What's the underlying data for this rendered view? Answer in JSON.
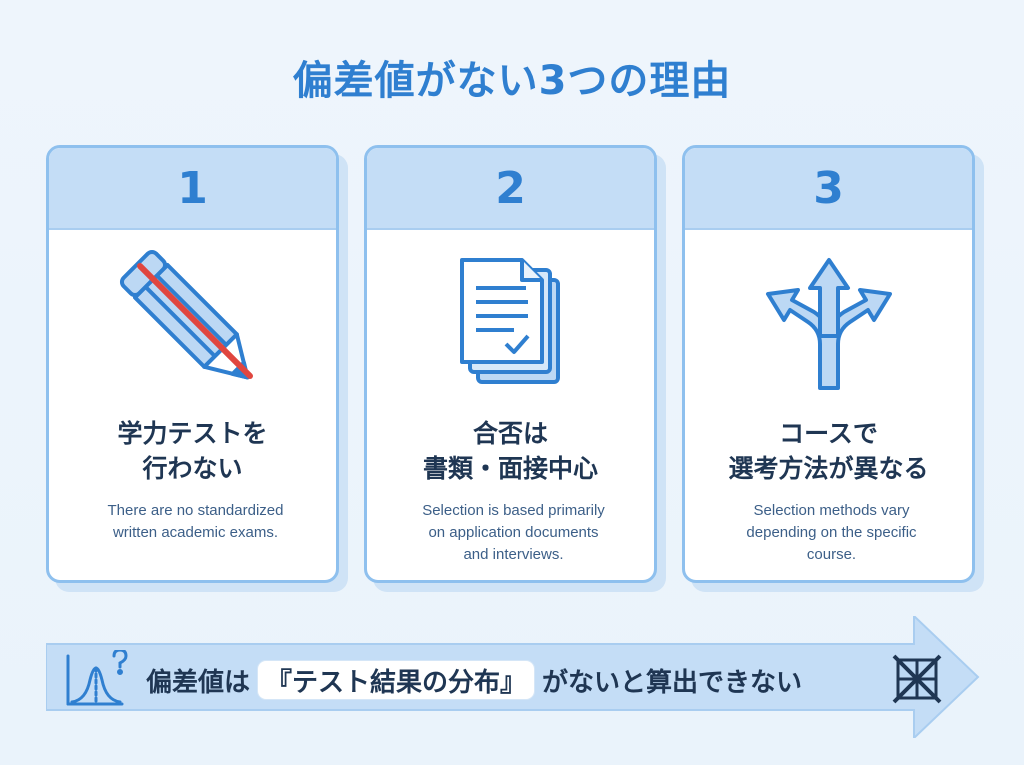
{
  "title": "偏差値がない3つの理由",
  "cards": [
    {
      "number": "1",
      "heading_line1": "学力テストを",
      "heading_line2": "行わない",
      "en_line1": "There are no standardized",
      "en_line2": "written academic exams.",
      "en_line3": "",
      "icon": "crossed-out-pencil-icon"
    },
    {
      "number": "2",
      "heading_line1": "合否は",
      "heading_line2": "書類・面接中心",
      "en_line1": "Selection is based primarily",
      "en_line2": "on application documents",
      "en_line3": "and interviews.",
      "icon": "documents-checkmark-icon"
    },
    {
      "number": "3",
      "heading_line1": "コースで",
      "heading_line2": "選考方法が異なる",
      "en_line1": "Selection methods vary",
      "en_line2": "depending on the specific",
      "en_line3": "course.",
      "icon": "branching-arrows-icon"
    }
  ],
  "banner": {
    "text_before": "偏差値は",
    "highlight": "『テスト結果の分布』",
    "text_after": "がないと算出できない",
    "left_icon": "bell-curve-question-icon",
    "right_icon": "crossed-grid-icon"
  },
  "colors": {
    "accent": "#2f7fd0",
    "card_header": "#c4ddf6",
    "cross_red": "#e0463f",
    "text_dark": "#1f3653"
  }
}
